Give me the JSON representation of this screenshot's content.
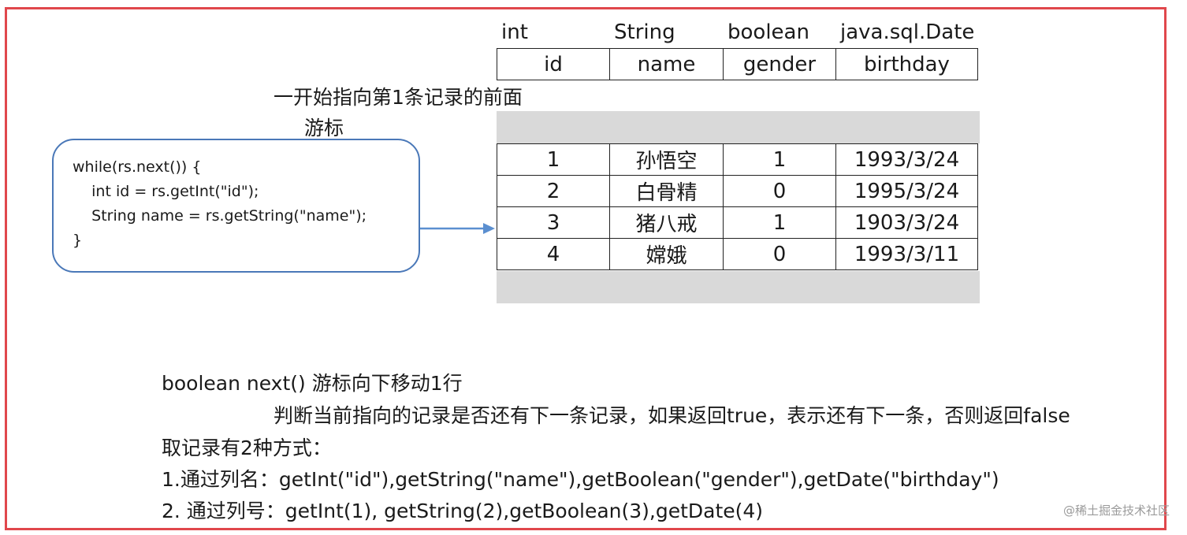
{
  "column_types": [
    "int",
    "String",
    "boolean",
    "java.sql.Date"
  ],
  "column_names": [
    "id",
    "name",
    "gender",
    "birthday"
  ],
  "cursor_note": "一开始指向第1条记录的前面",
  "cursor_label": "游标",
  "code_lines": [
    "while(rs.next()) {",
    "    int id = rs.getInt(\"id\");",
    "    String name = rs.getString(\"name\");",
    "}"
  ],
  "rows": [
    [
      "1",
      "孙悟空",
      "1",
      "1993/3/24"
    ],
    [
      "2",
      "白骨精",
      "0",
      "1995/3/24"
    ],
    [
      "3",
      "猪八戒",
      "1",
      "1903/3/24"
    ],
    [
      "4",
      "嫦娥",
      "0",
      "1993/3/11"
    ]
  ],
  "explanation": {
    "line1": "boolean next() 游标向下移动1行",
    "line2": "判断当前指向的记录是否还有下一条记录，如果返回true，表示还有下一条，否则返回false",
    "line3": "取记录有2种方式：",
    "line4": "1.通过列名：getInt(\"id\"),getString(\"name\"),getBoolean(\"gender\"),getDate(\"birthday\")",
    "line5": "2. 通过列号：getInt(1), getString(2),getBoolean(3),getDate(4)"
  },
  "watermark": "@稀土掘金技术社区",
  "colors": {
    "frame": "#e0474c",
    "code_box": "#4a78b8",
    "arrow": "#5b8fd0",
    "gray_band": "#d9d9d9"
  }
}
